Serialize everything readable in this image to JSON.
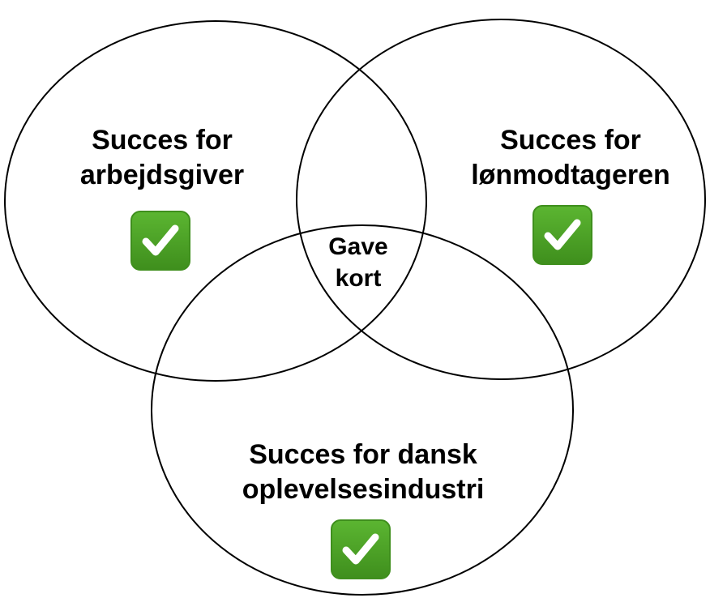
{
  "diagram": {
    "circles": {
      "left": {
        "lines": [
          "Succes for",
          "arbejdsgiver"
        ],
        "check_icon": "white-check-mark-icon"
      },
      "right": {
        "lines": [
          "Succes for",
          "lønmodtageren"
        ],
        "check_icon": "white-check-mark-icon"
      },
      "bottom": {
        "lines": [
          "Succes for dansk",
          "oplevelsesindustri"
        ],
        "check_icon": "white-check-mark-icon"
      }
    },
    "center": {
      "lines": [
        "Gave",
        "kort"
      ]
    },
    "colors": {
      "check_fill": "#5bb531",
      "check_fill_dark": "#3f8f1d",
      "check_mark": "#ffffff",
      "outline": "#000000"
    }
  }
}
